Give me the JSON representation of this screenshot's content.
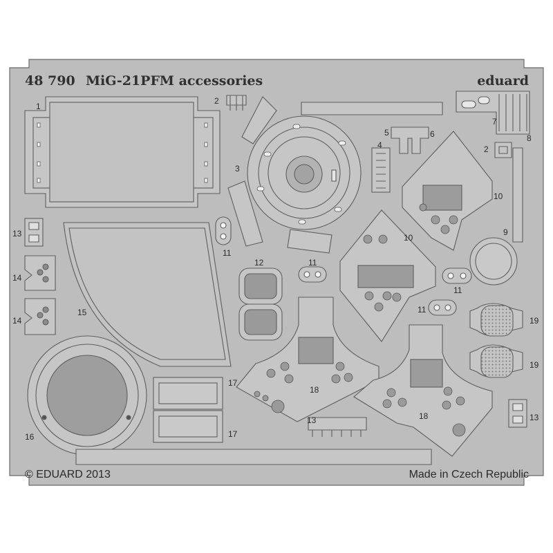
{
  "sheet": {
    "product_code": "48 790",
    "product_name": "MiG-21PFM accessories",
    "brand": "eduard",
    "copyright": "© EDUARD 2013",
    "origin": "Made in Czech Republic"
  },
  "colors": {
    "fret": "#bdbdbd",
    "fret_edge": "#6a6a6a",
    "part_light": "#c9c9c9",
    "part_dark": "#9a9a9a",
    "background": "#ffffff"
  },
  "part_numbers": {
    "p1": "1",
    "p2a": "2",
    "p2b": "2",
    "p3": "3",
    "p4": "4",
    "p5": "5",
    "p6": "6",
    "p7": "7",
    "p8": "8",
    "p9": "9",
    "p10a": "10",
    "p10b": "10",
    "p11a": "11",
    "p11b": "11",
    "p11c": "11",
    "p11d": "11",
    "p12": "12",
    "p13a": "13",
    "p13b": "13",
    "p13c": "13",
    "p14a": "14",
    "p14b": "14",
    "p15": "15",
    "p16": "16",
    "p17a": "17",
    "p17b": "17",
    "p18a": "18",
    "p18b": "18",
    "p19a": "19",
    "p19b": "19"
  }
}
